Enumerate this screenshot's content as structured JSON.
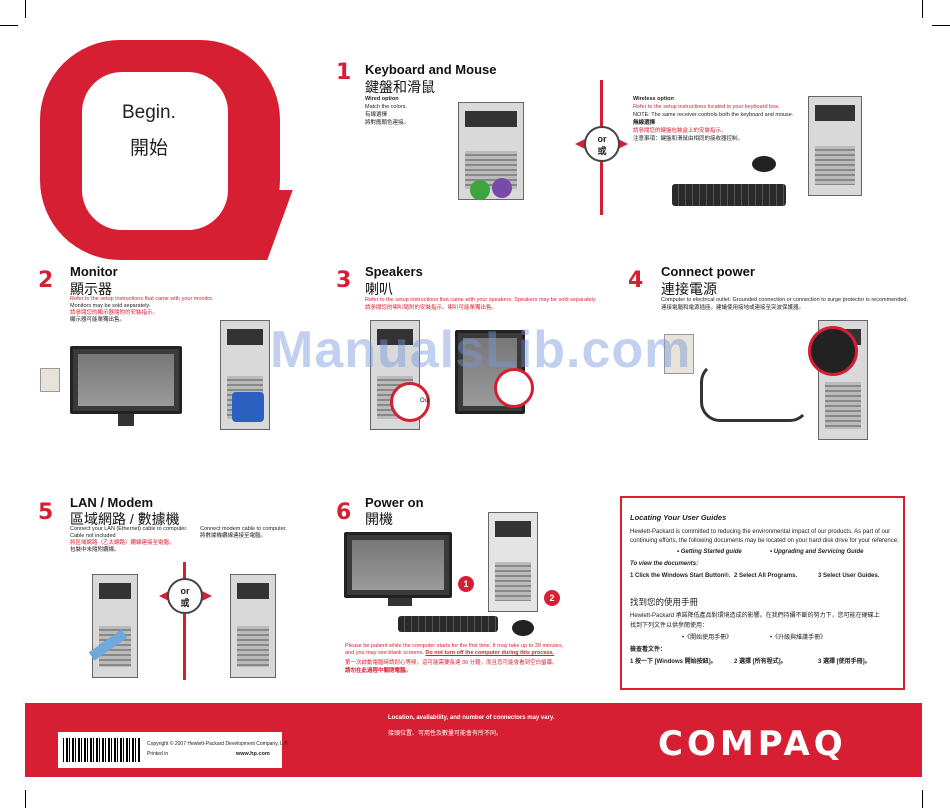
{
  "begin": {
    "en": "Begin.",
    "zh": "開始"
  },
  "step1": {
    "num": "1",
    "title": "Keyboard and Mouse",
    "sub": "鍵盤和滑鼠",
    "wired_label": "Wired option",
    "wired_line1": "Match the colors.",
    "wired_line2": "有線選擇",
    "wired_line3": "將對應顏色連接。",
    "or_en": "or",
    "or_zh": "或",
    "wireless_label": "Wireless option",
    "wireless_line1": "Refer to the setup instructions located in your keyboard box.",
    "wireless_line2": "NOTE: The same receiver controls both the keyboard and mouse.",
    "wireless_line3": "無線選擇",
    "wireless_line4": "請參閱您的鍵盤包裝盒上的安裝指示。",
    "wireless_line5": "注意事項：鍵盤和滑鼠由相同的接收器控制。"
  },
  "step2": {
    "num": "2",
    "title": "Monitor",
    "sub": "顯示器",
    "line1": "Refer to the setup instructions that came with your monitor.",
    "line2": "Monitors may be sold separately.",
    "line3": "請參閱您的顯示器隨附的安裝指示。",
    "line4": "顯示器可能單獨出售。"
  },
  "step3": {
    "num": "3",
    "title": "Speakers",
    "sub": "喇叭",
    "line1": "Refer to the setup instructions that came with your speakers. Speakers may be sold separately.",
    "line2": "請參閱您的喇叭隨附的安裝指示。喇叭可能單獨出售。",
    "out_label": "Out"
  },
  "step4": {
    "num": "4",
    "title": "Connect power",
    "sub": "連接電源",
    "line1": "Computer to electrical outlet. Grounded connection or connection to surge protector is recommended.",
    "line2": "連接電腦和電源插座。建議使用接地或連接至突波保護器。"
  },
  "step5": {
    "num": "5",
    "title": "LAN / Modem",
    "sub": "區域網路 / 數據機",
    "left_line1": "Connect your LAN (Ethernet) cable to computer.",
    "left_line2": "Cable not included",
    "left_line3": "將區域網路（乙太網路）纜線連接至電腦。",
    "left_line4": "包裝中未隨附纜線。",
    "right_line1": "Connect modem cable to computer.",
    "right_line2": "將數據機纜線連接至電腦。",
    "or_en": "or",
    "or_zh": "或"
  },
  "step6": {
    "num": "6",
    "title": "Power on",
    "sub": "開機",
    "badge1": "1",
    "badge2": "2",
    "line1": "Please be patient while the computer starts for the first time. It may take up to 30 minutes,",
    "line2": "and you may see blank screens.",
    "line2b": "Do not turn off the computer during this process.",
    "line3": "第一次啟動電腦時請耐心等候，這可能需要長達 30 分鐘，而且您可能會看到空白螢幕。",
    "line4": "請勿在此過程中關閉電腦。"
  },
  "guides": {
    "title": "Locating Your User Guides",
    "intro1": "Hewlett-Packard is committed to reducing the environmental impact of our products. As part of our",
    "intro2": "continuing efforts, the following documents may be located on your hard disk drive for your reference:",
    "doc1": "• Getting Started guide",
    "doc2": "• Upgrading and Servicing Guide",
    "view": "To view the documents:",
    "s1": "1 Click the Windows Start Button®.",
    "s2": "2 Select All Programs.",
    "s3": "3 Select User Guides.",
    "zh_title": "找到您的使用手冊",
    "zh_intro1": "Hewlett-Packard 承諾降低產品對環境造成的影響。在我們持續不斷的努力下，您可能在硬碟上",
    "zh_intro2": "找到下列文件以供參閱使用：",
    "zh_doc1": "•《開始使用手冊》",
    "zh_doc2": "•《升級與維護手冊》",
    "zh_view": "檢查看文件：",
    "zh_s1": "1 按一下 [Windows 開始按鈕]。",
    "zh_s2": "2 選擇 [所有程式]。",
    "zh_s3": "3 選擇 [使用手冊]。"
  },
  "footer": {
    "note_en": "Location, availability, and number of connectors may vary.",
    "note_zh": "接頭位置、可用性及數量可能會有所不同。",
    "copyright": "Copyright © 2007 Hewlett-Packard Development Company, L.P.",
    "printed": "Printed in",
    "url": "www.hp.com",
    "brand": "COMPAQ"
  },
  "watermark": "ManualsLib.com",
  "colors": {
    "accent": "#d71f33"
  }
}
